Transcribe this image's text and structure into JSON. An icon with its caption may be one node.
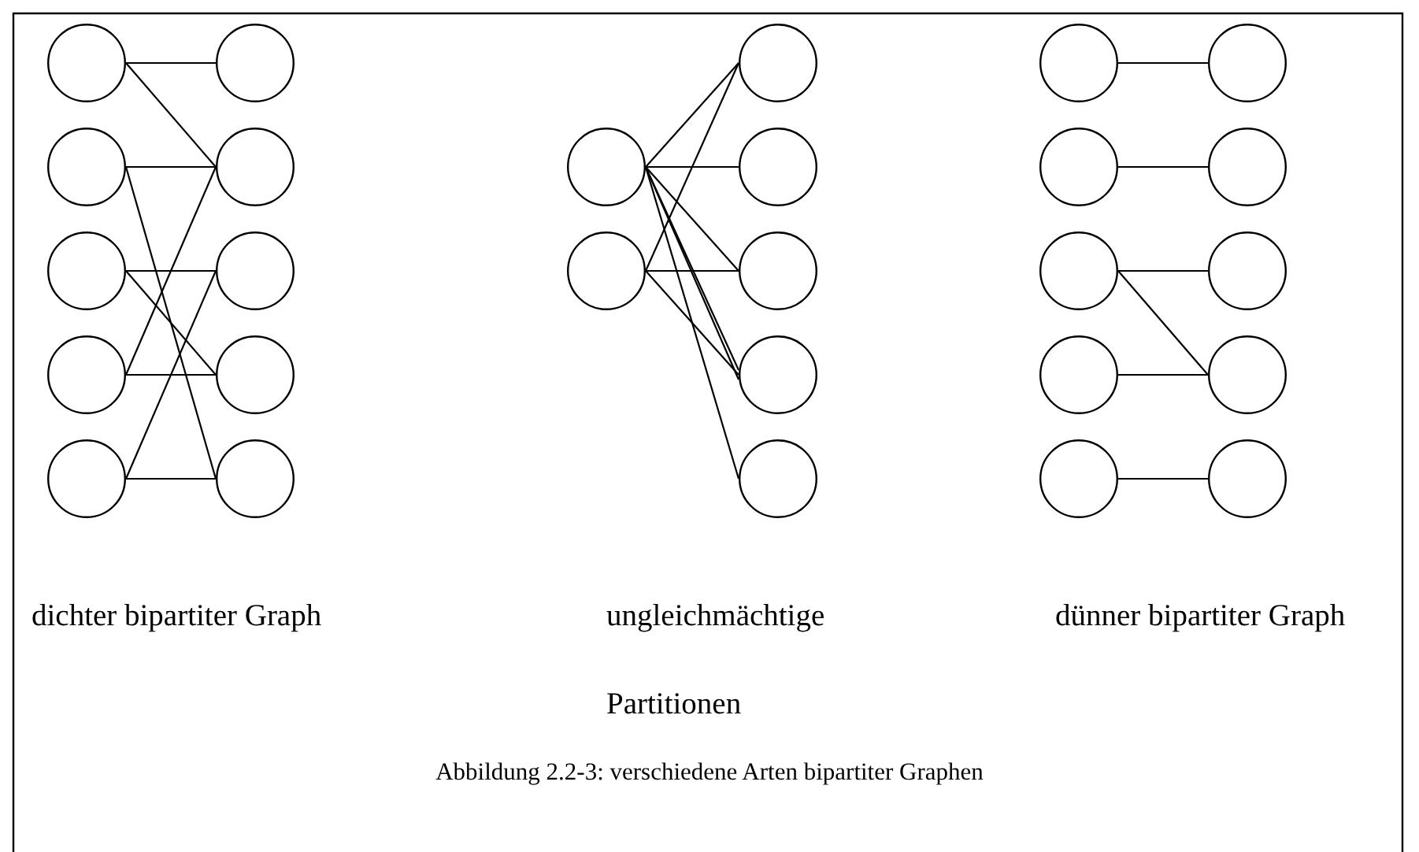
{
  "diagram": {
    "caption": "Abbildung 2.2-3: verschiedene Arten bipartiter Graphen",
    "nodes": [
      {
        "text": [],
        "shape": "circle"
      },
      {
        "text": [],
        "shape": "circle"
      },
      {
        "text": [],
        "shape": "circle"
      },
      {
        "text": [],
        "shape": "circle"
      },
      {
        "text": [],
        "shape": "circle"
      },
      {
        "text": [],
        "shape": "circle"
      },
      {
        "text": [],
        "shape": "circle"
      },
      {
        "text": [],
        "shape": "circle"
      },
      {
        "text": [],
        "shape": "circle"
      },
      {
        "text": [],
        "shape": "circle"
      },
      {
        "text": [],
        "shape": "circle"
      },
      {
        "text": [],
        "shape": "circle"
      },
      {
        "text": [],
        "shape": "circle"
      },
      {
        "text": [],
        "shape": "circle"
      },
      {
        "text": [],
        "shape": "circle"
      },
      {
        "text": [],
        "shape": "circle"
      },
      {
        "text": [],
        "shape": "circle"
      },
      {
        "text": [],
        "shape": "circle"
      },
      {
        "text": [],
        "shape": "circle"
      },
      {
        "text": [],
        "shape": "circle"
      },
      {
        "text": [],
        "shape": "circle"
      },
      {
        "text": [],
        "shape": "circle"
      },
      {
        "text": [],
        "shape": "circle"
      },
      {
        "text": [],
        "shape": "circle"
      },
      {
        "text": [],
        "shape": "circle"
      },
      {
        "text": [],
        "shape": "circle"
      },
      {
        "text": [],
        "shape": "circle"
      }
    ],
    "edges": [
      {
        "from": 0,
        "to": 5,
        "arrow": "none"
      },
      {
        "from": 0,
        "to": 6,
        "arrow": "none"
      },
      {
        "from": 1,
        "to": 6,
        "arrow": "none"
      },
      {
        "from": 1,
        "to": 9,
        "arrow": "none"
      },
      {
        "from": 2,
        "to": 7,
        "arrow": "none"
      },
      {
        "from": 2,
        "to": 8,
        "arrow": "none"
      },
      {
        "from": 3,
        "to": 6,
        "arrow": "none"
      },
      {
        "from": 3,
        "to": 8,
        "arrow": "none"
      },
      {
        "from": 4,
        "to": 7,
        "arrow": "none"
      },
      {
        "from": 4,
        "to": 9,
        "arrow": "none"
      },
      {
        "from": 10,
        "to": 12,
        "arrow": "none"
      },
      {
        "from": 10,
        "to": 13,
        "arrow": "none"
      },
      {
        "from": 10,
        "to": 14,
        "arrow": "none"
      },
      {
        "from": 10,
        "to": 15,
        "arrow": "none"
      },
      {
        "from": 10,
        "to": 15,
        "arrow": "none"
      },
      {
        "from": 10,
        "to": 16,
        "arrow": "none"
      },
      {
        "from": 11,
        "to": 12,
        "arrow": "none"
      },
      {
        "from": 11,
        "to": 14,
        "arrow": "none"
      },
      {
        "from": 11,
        "to": 15,
        "arrow": "none"
      },
      {
        "from": 17,
        "to": 22,
        "arrow": "none"
      },
      {
        "from": 18,
        "to": 23,
        "arrow": "none"
      },
      {
        "from": 19,
        "to": 24,
        "arrow": "none"
      },
      {
        "from": 19,
        "to": 25,
        "arrow": "none"
      },
      {
        "from": 20,
        "to": 25,
        "arrow": "none"
      },
      {
        "from": 21,
        "to": 26,
        "arrow": "none"
      }
    ],
    "labels": [
      "dichter bipartiter Graph",
      "ungleichmächtige Partitionen",
      "dünner bipartiter Graph"
    ]
  }
}
